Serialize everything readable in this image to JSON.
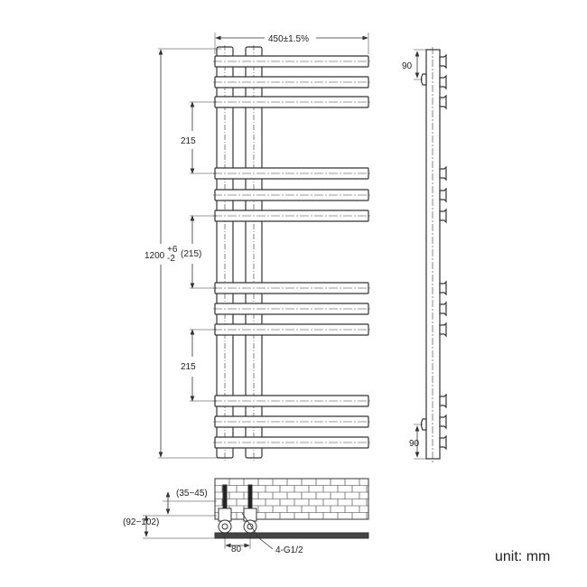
{
  "dimensions": {
    "width": "450±1.5%",
    "height_main": "1200",
    "height_tol_upper": "+6",
    "height_tol_lower": "-2",
    "gap_top": "215",
    "gap_middle": "(215)",
    "gap_bottom": "215",
    "bracket_top": "90",
    "bracket_bottom": "90",
    "wall_offset": "(35~45)",
    "floor_offset": "(92~102)",
    "pipe_centers": "80",
    "connection": "4-G1/2"
  },
  "unit_label": "unit: mm",
  "colors": {
    "line": "#333333",
    "background": "#ffffff"
  }
}
